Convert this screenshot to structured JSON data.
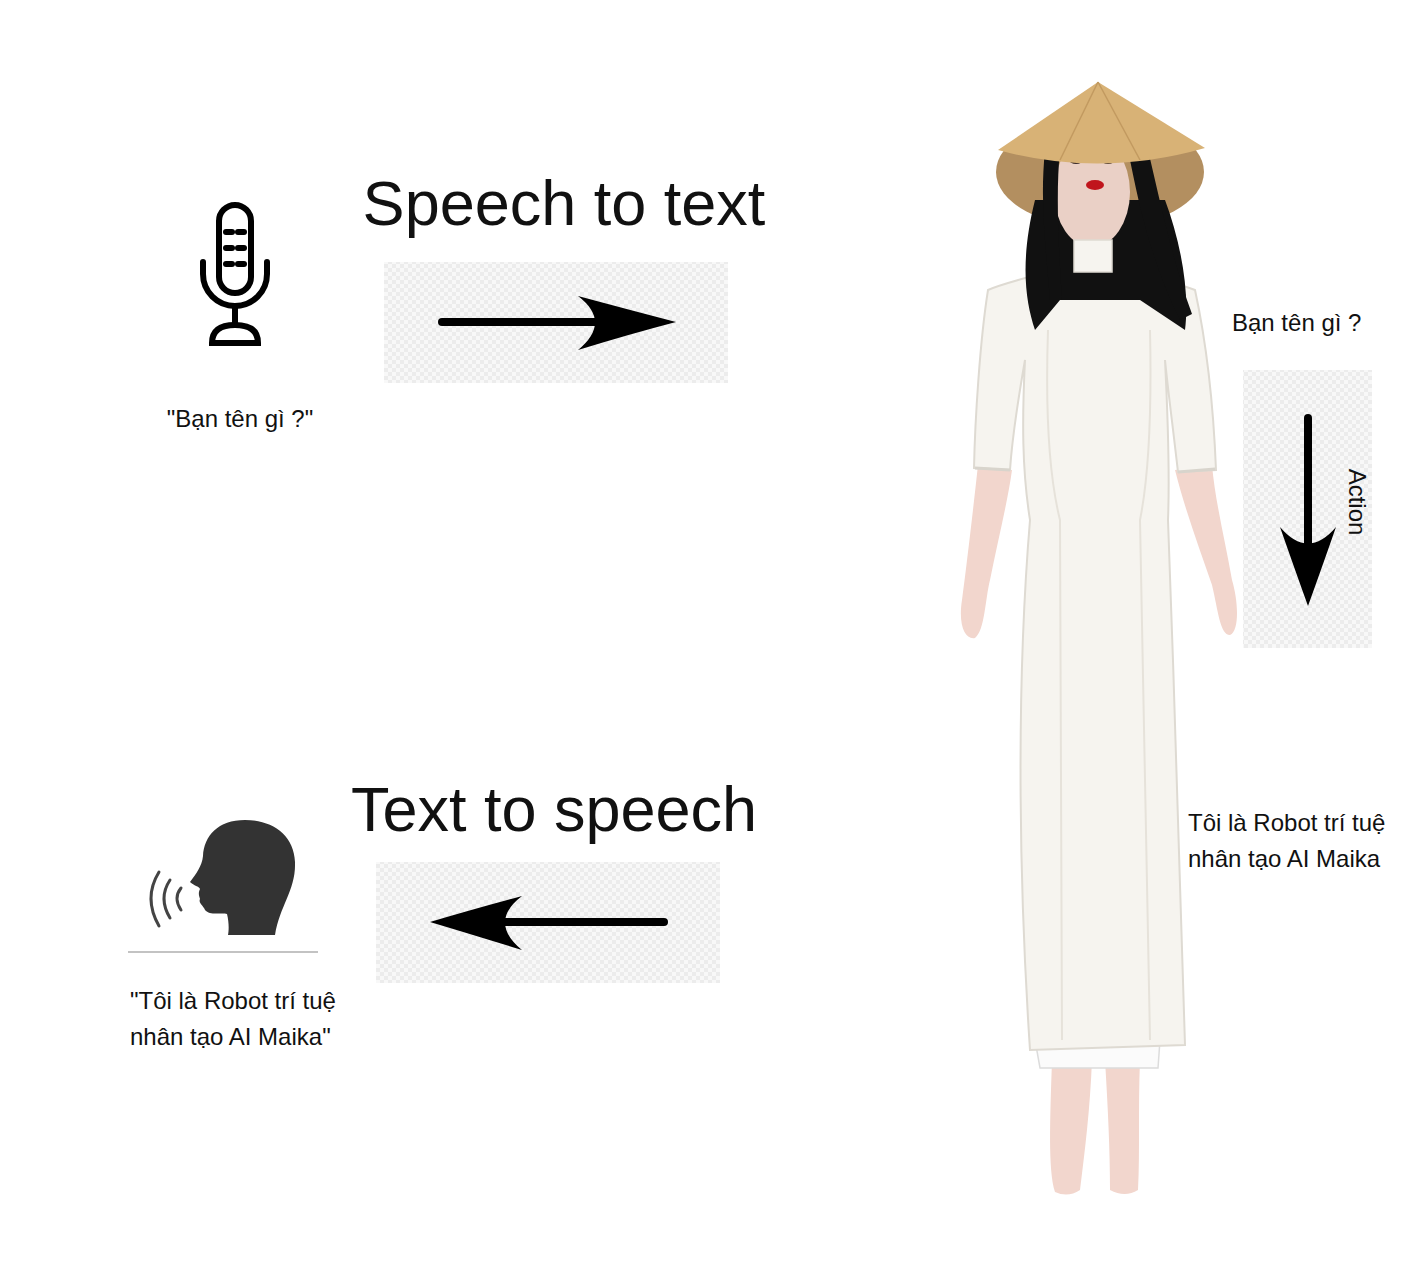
{
  "diagram": {
    "labels": [
      "Speech to text",
      "\"Bạn tên gì ?\"",
      "Bạn tên gì ?",
      "Action",
      "Tôi là Robot trí tuệ nhân tạo AI Maika",
      "Text to speech",
      "\"Tôi là Robot trí tuệ nhân tạo AI Maika\""
    ]
  }
}
